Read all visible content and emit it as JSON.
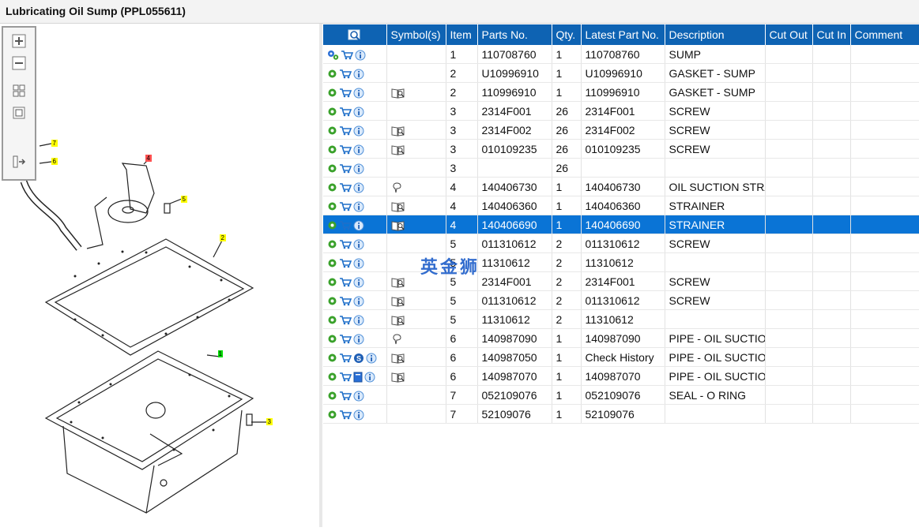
{
  "title": "Lubricating Oil Sump (PPL055611)",
  "columns": [
    "Symbol(s)",
    "Item",
    "Parts No.",
    "Qty.",
    "Latest Part No.",
    "Description",
    "Cut Out",
    "Cut In",
    "Comment"
  ],
  "watermark": "英金狮",
  "rows": [
    {
      "icons": "gear2,cart,info",
      "sym": "",
      "item": "1",
      "part": "110708760",
      "qty": "1",
      "latest": "110708760",
      "desc": "SUMP"
    },
    {
      "icons": "gear,cart,info",
      "sym": "",
      "item": "2",
      "part": "U10996910",
      "qty": "1",
      "latest": "U10996910",
      "desc": "GASKET - SUMP"
    },
    {
      "icons": "gear,cart,info",
      "sym": "book",
      "item": "2",
      "part": "110996910",
      "qty": "1",
      "latest": "110996910",
      "desc": "GASKET - SUMP"
    },
    {
      "icons": "gear,cart,info",
      "sym": "",
      "item": "3",
      "part": "2314F001",
      "qty": "26",
      "latest": "2314F001",
      "desc": "SCREW"
    },
    {
      "icons": "gear,cart,info",
      "sym": "book",
      "item": "3",
      "part": "2314F002",
      "qty": "26",
      "latest": "2314F002",
      "desc": "SCREW"
    },
    {
      "icons": "gear,cart,info",
      "sym": "book",
      "item": "3",
      "part": "010109235",
      "qty": "26",
      "latest": "010109235",
      "desc": "SCREW"
    },
    {
      "icons": "gear,cart,info",
      "sym": "",
      "item": "3",
      "part": "",
      "qty": "26",
      "latest": "",
      "desc": ""
    },
    {
      "icons": "gear,cart,info",
      "sym": "pin",
      "item": "4",
      "part": "140406730",
      "qty": "1",
      "latest": "140406730",
      "desc": "OIL SUCTION STRAINER"
    },
    {
      "icons": "gear,cart,info",
      "sym": "book",
      "item": "4",
      "part": "140406360",
      "qty": "1",
      "latest": "140406360",
      "desc": "STRAINER"
    },
    {
      "icons": "gear,cart,info",
      "sym": "book",
      "item": "4",
      "part": "140406690",
      "qty": "1",
      "latest": "140406690",
      "desc": "STRAINER",
      "selected": true
    },
    {
      "icons": "gear,cart,info",
      "sym": "",
      "item": "5",
      "part": "011310612",
      "qty": "2",
      "latest": "011310612",
      "desc": "SCREW"
    },
    {
      "icons": "gear,cart,info",
      "sym": "",
      "item": "5",
      "part": "11310612",
      "qty": "2",
      "latest": "11310612",
      "desc": ""
    },
    {
      "icons": "gear,cart,info",
      "sym": "book",
      "item": "5",
      "part": "2314F001",
      "qty": "2",
      "latest": "2314F001",
      "desc": "SCREW"
    },
    {
      "icons": "gear,cart,info",
      "sym": "book",
      "item": "5",
      "part": "011310612",
      "qty": "2",
      "latest": "011310612",
      "desc": "SCREW"
    },
    {
      "icons": "gear,cart,info",
      "sym": "book",
      "item": "5",
      "part": "11310612",
      "qty": "2",
      "latest": "11310612",
      "desc": ""
    },
    {
      "icons": "gear,cart,info",
      "sym": "pin",
      "item": "6",
      "part": "140987090",
      "qty": "1",
      "latest": "140987090",
      "desc": "PIPE - OIL SUCTION"
    },
    {
      "icons": "gear,cart,s,info",
      "sym": "book",
      "item": "6",
      "part": "140987050",
      "qty": "1",
      "latest": "Check History",
      "desc": "PIPE - OIL SUCTION"
    },
    {
      "icons": "gear,cart,doc,info",
      "sym": "book",
      "item": "6",
      "part": "140987070",
      "qty": "1",
      "latest": "140987070",
      "desc": "PIPE - OIL SUCTION"
    },
    {
      "icons": "gear,cart,info",
      "sym": "",
      "item": "7",
      "part": "052109076",
      "qty": "1",
      "latest": "052109076",
      "desc": "SEAL - O RING"
    },
    {
      "icons": "gear,cart,info",
      "sym": "",
      "item": "7",
      "part": "52109076",
      "qty": "1",
      "latest": "52109076",
      "desc": ""
    }
  ],
  "callouts": [
    "7",
    "6",
    "4",
    "5",
    "2",
    "1",
    "3"
  ]
}
